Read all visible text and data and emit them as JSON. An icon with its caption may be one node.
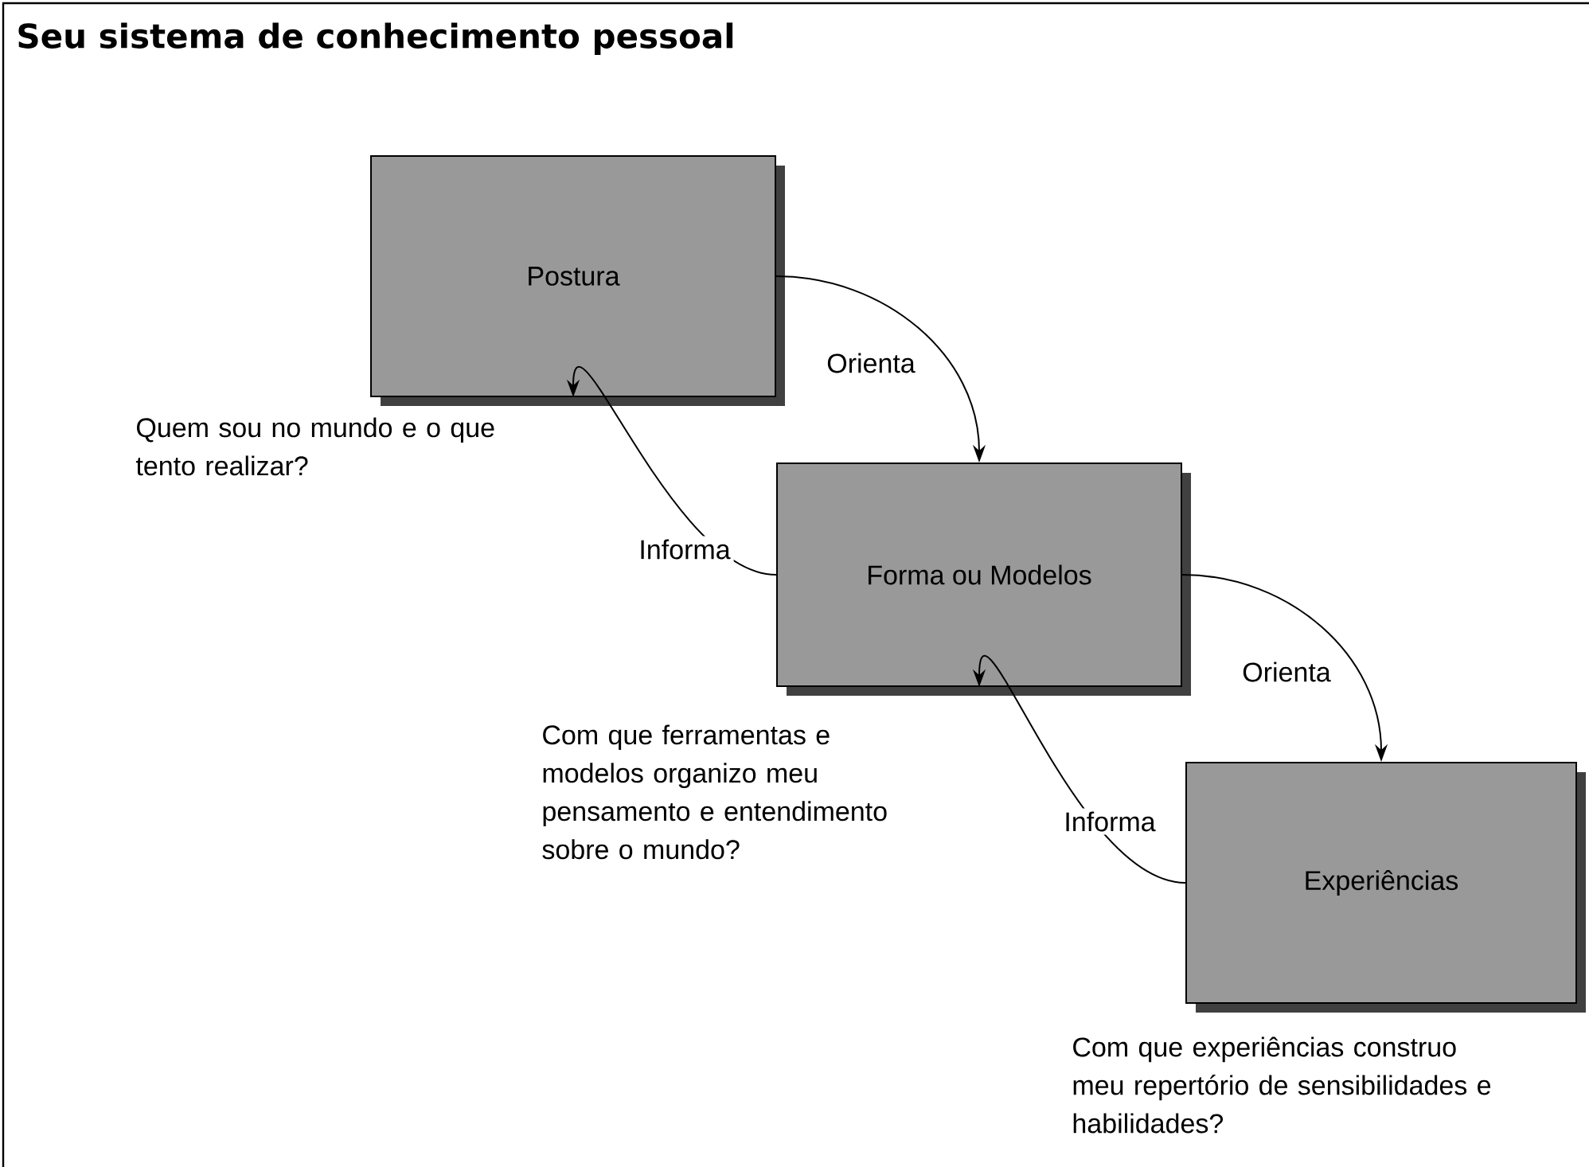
{
  "diagram": {
    "title": "Seu sistema de conhecimento pessoal",
    "nodes": [
      {
        "text": [
          "Postura"
        ],
        "beside": [
          "Quem sou no mundo e o que tento realizar?"
        ]
      },
      {
        "text": [
          "Forma ou Modelos"
        ],
        "beside": [
          "Com que ferramentas e modelos organizo meu pensamento e entendimento sobre o mundo?"
        ]
      },
      {
        "text": [
          "Experiências"
        ],
        "beside": [
          "Com que experiências construo meu repertório de sensibilidades e habilidades?"
        ]
      }
    ],
    "edges": [
      {
        "from": 0,
        "to": 1,
        "arrow": "to",
        "label": "Orienta"
      },
      {
        "from": 1,
        "to": 0,
        "arrow": "to",
        "label": "Informa"
      },
      {
        "from": 1,
        "to": 2,
        "arrow": "to",
        "label": "Orienta"
      },
      {
        "from": 2,
        "to": 1,
        "arrow": "to",
        "label": "Informa"
      }
    ]
  }
}
